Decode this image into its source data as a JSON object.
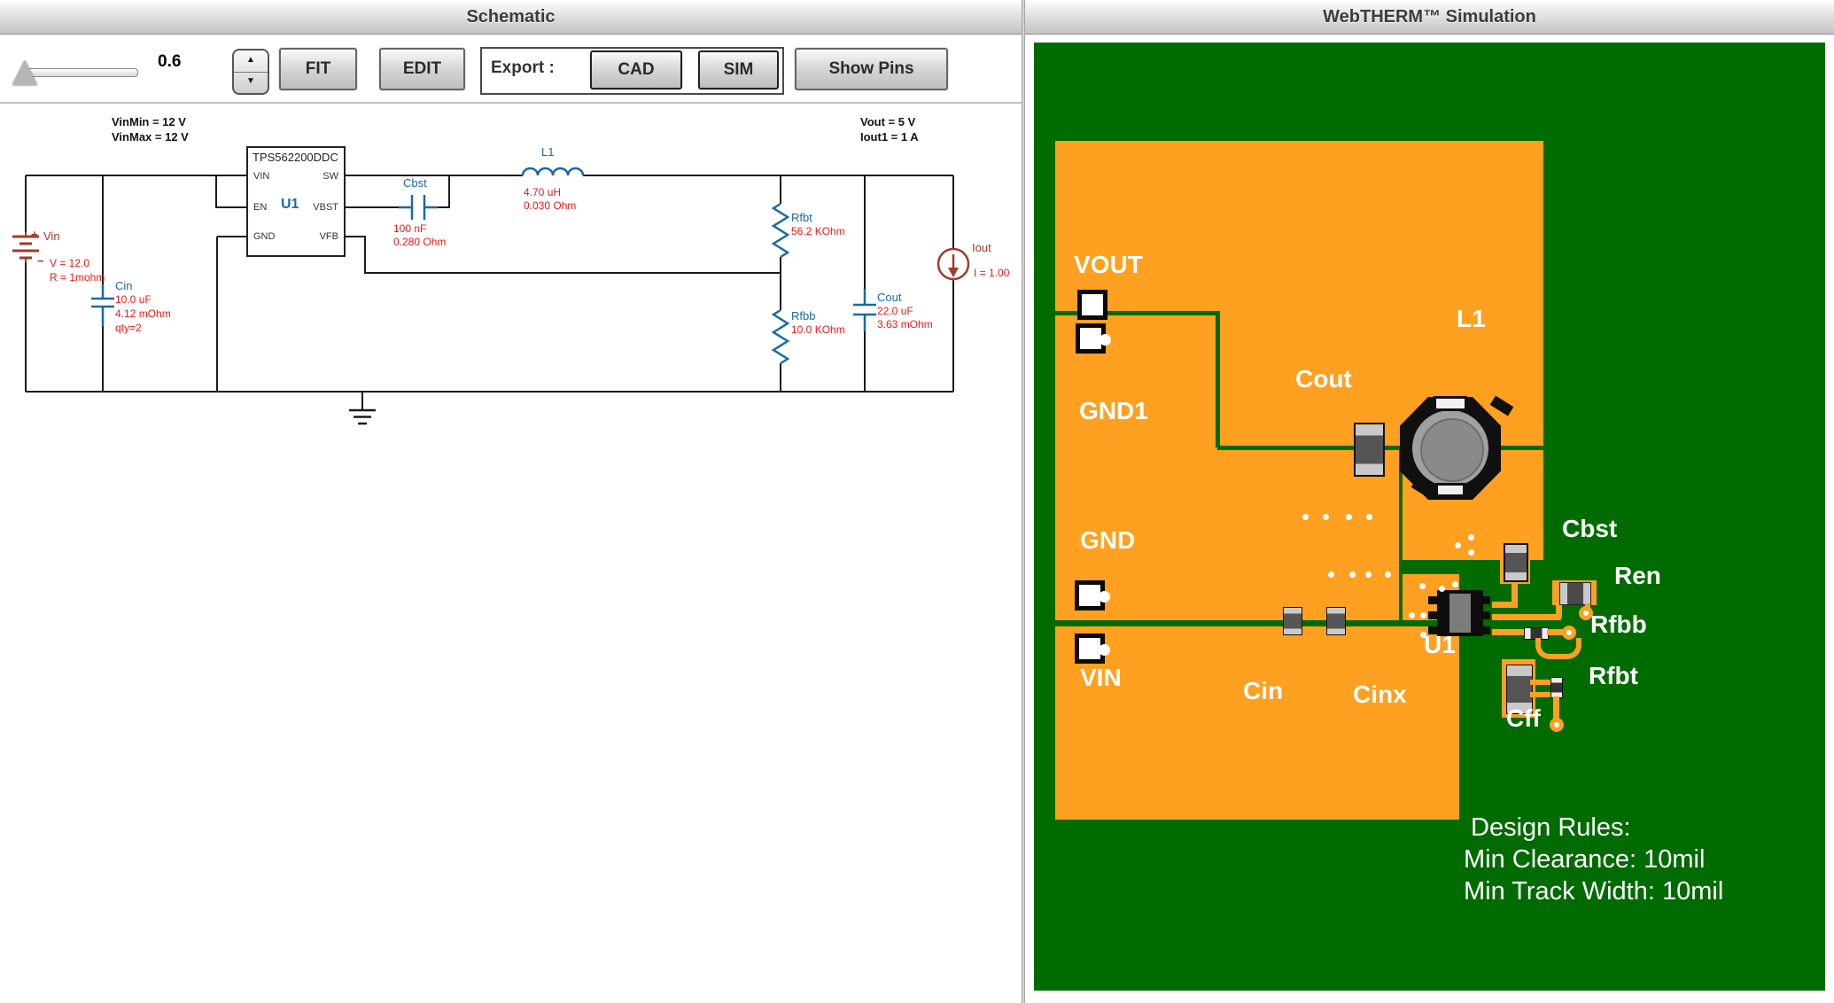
{
  "left_panel": {
    "title": "Schematic",
    "toolbar": {
      "slider_value": "0.6",
      "spinner_up": "▲",
      "spinner_down": "▼",
      "fit": "FIT",
      "edit": "EDIT",
      "export_label": "Export :",
      "cad": "CAD",
      "sim": "SIM",
      "show_pins": "Show Pins"
    },
    "annotations": {
      "vin_min": "VinMin = 12 V",
      "vin_max": "VinMax = 12 V",
      "vout": "Vout = 5 V",
      "iout1": "Iout1 = 1 A"
    },
    "components": {
      "vin": {
        "plus": "+",
        "minus": "−",
        "name": "Vin",
        "v": "V = 12.0",
        "r": "R = 1mohm"
      },
      "cin": {
        "name": "Cin",
        "c": "10.0 uF",
        "esr": "4.12 mOhm",
        "qty": "qty=2"
      },
      "u1": {
        "name": "U1",
        "part": "TPS562200DDC",
        "pin_vin": "VIN",
        "pin_en": "EN",
        "pin_gnd": "GND",
        "pin_sw": "SW",
        "pin_vbst": "VBST",
        "pin_vfb": "VFB"
      },
      "cbst": {
        "name": "Cbst",
        "c": "100 nF",
        "esr": "0.280 Ohm"
      },
      "l1": {
        "name": "L1",
        "l": "4.70 uH",
        "dcr": "0.030 Ohm"
      },
      "rfbt": {
        "name": "Rfbt",
        "r": "56.2 KOhm"
      },
      "rfbb": {
        "name": "Rfbb",
        "r": "10.0 KOhm"
      },
      "cout": {
        "name": "Cout",
        "c": "22.0 uF",
        "esr": "3.63 mOhm"
      },
      "iout": {
        "name": "Iout",
        "i": "I = 1.00"
      }
    }
  },
  "right_panel": {
    "title": "WebTHERM™ Simulation",
    "labels": {
      "vout": "VOUT",
      "gnd1": "GND1",
      "cout": "Cout",
      "l1": "L1",
      "gnd": "GND",
      "vin": "VIN",
      "cin": "Cin",
      "cinx": "Cinx",
      "u1": "U1",
      "cbst": "Cbst",
      "ren": "Ren",
      "rfbb": "Rfbb",
      "rfbt": "Rfbt",
      "cff": "Cff"
    },
    "design_rules": {
      "title": "Design Rules:",
      "clearance": "Min Clearance: 10mil",
      "track_width": "Min Track Width: 10mil"
    }
  },
  "colors": {
    "board_green": "#006B00",
    "copper_orange": "#FFA020",
    "schematic_blue": "#1B6AA5",
    "value_red": "#F01818",
    "source_dark_red": "#A23B28"
  }
}
